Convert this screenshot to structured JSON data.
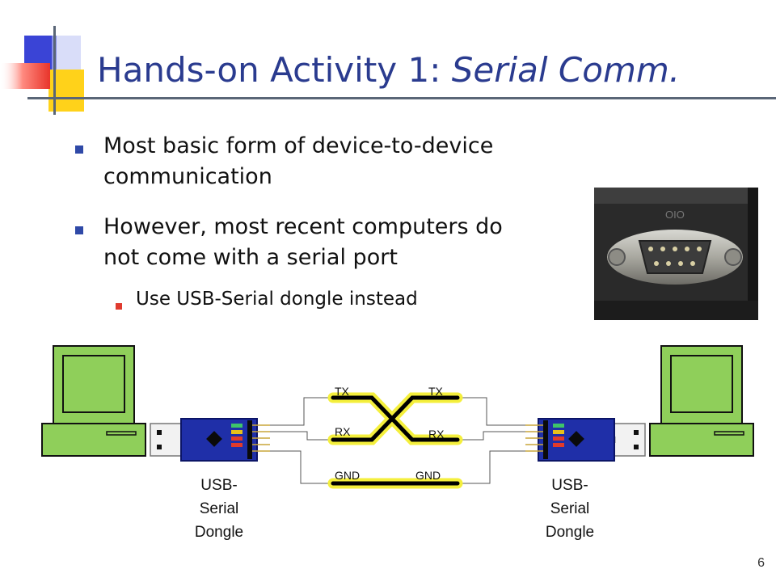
{
  "slide": {
    "title_plain": "Hands-on Activity 1: ",
    "title_italic": "Serial Comm.",
    "page_number": "6"
  },
  "bullets": [
    {
      "line1": "Most basic form of device-to-device",
      "line2": "communication"
    },
    {
      "line1": "However, most recent computers do",
      "line2": "not come with a serial port"
    }
  ],
  "sub_bullets": [
    {
      "text": "Use USB-Serial dongle instead"
    }
  ],
  "diagram": {
    "left_labels": {
      "tx": "TX",
      "rx": "RX",
      "gnd": "GND"
    },
    "right_labels": {
      "tx": "TX",
      "rx": "RX",
      "gnd": "GND"
    },
    "left_caption": [
      "USB-",
      "Serial",
      "Dongle"
    ],
    "right_caption": [
      "USB-",
      "Serial",
      "Dongle"
    ]
  },
  "colors": {
    "title": "#2a3b8f",
    "bullet": "#2f49a7",
    "sub_bullet": "#e03b2f",
    "computer": "#8fcf5a",
    "dongle_board": "#1f2fa8",
    "wire_glow": "#f4ef3c"
  },
  "icons": [
    "db9-serial-port-photo",
    "computer-icon",
    "usb-dongle-icon"
  ]
}
